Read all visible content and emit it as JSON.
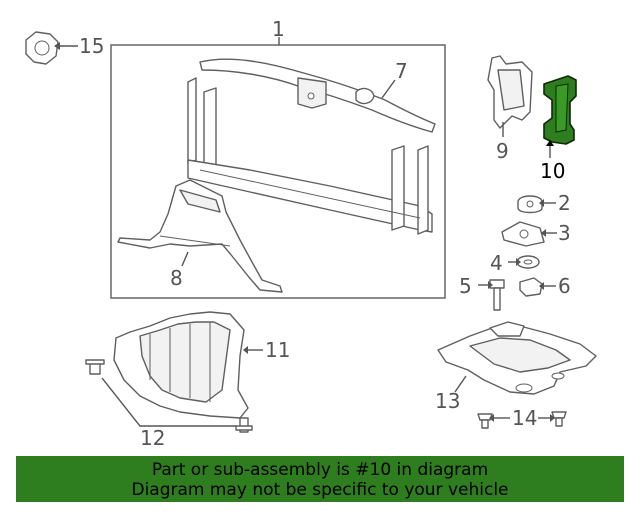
{
  "callouts": {
    "c1": "1",
    "c2": "2",
    "c3": "3",
    "c4": "4",
    "c5": "5",
    "c6": "6",
    "c7": "7",
    "c8": "8",
    "c9": "9",
    "c10": "10",
    "c11": "11",
    "c12": "12",
    "c13": "13",
    "c14": "14",
    "c15": "15"
  },
  "banner": {
    "line1": "Part or sub-assembly is #10 in diagram",
    "line2": "Diagram may not be specific to your vehicle"
  },
  "colors": {
    "highlight": "#2e7d1e",
    "banner_bg": "#2e7d1e",
    "line": "#5f5f5f"
  }
}
